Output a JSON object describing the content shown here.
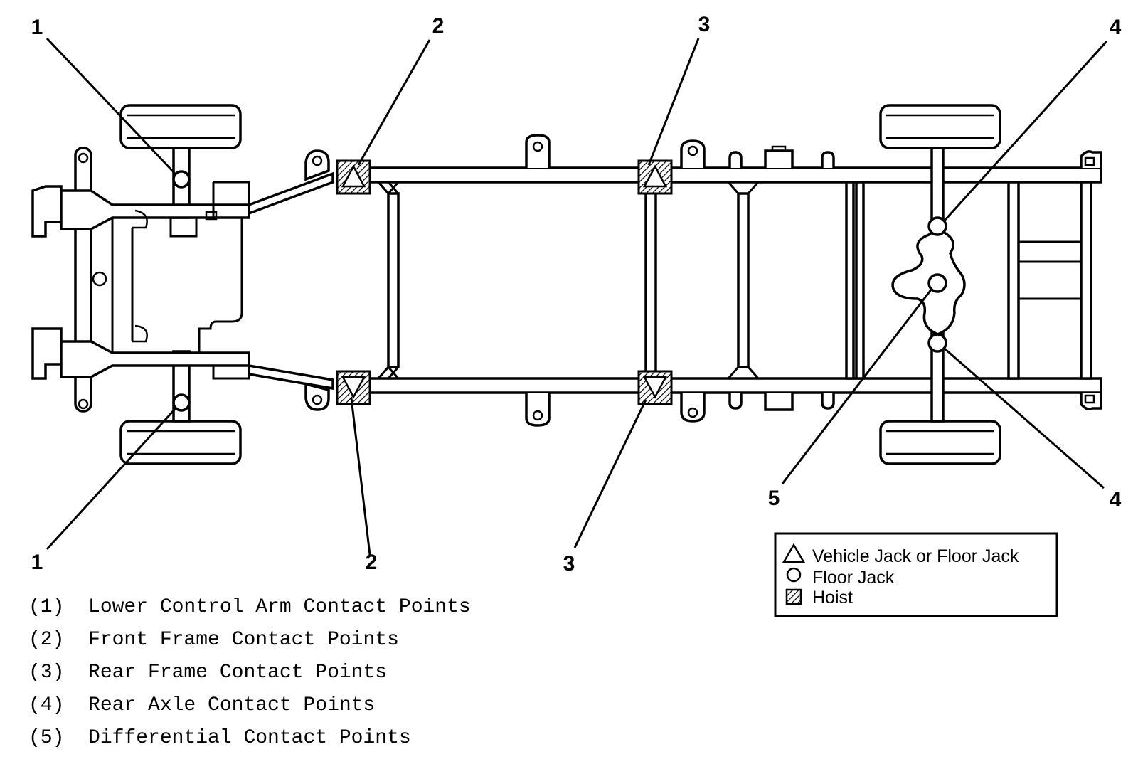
{
  "callouts": {
    "c1_top": "1",
    "c1_bottom": "1",
    "c2_top": "2",
    "c2_bottom": "2",
    "c3_top": "3",
    "c3_bottom": "3",
    "c4_top": "4",
    "c4_bottom": "4",
    "c5": "5"
  },
  "legend": {
    "triangle_label": "Vehicle Jack or Floor Jack",
    "circle_label": "Floor Jack",
    "hoist_label": "Hoist"
  },
  "captions": [
    "(1)  Lower Control Arm Contact Points",
    "(2)  Front Frame Contact Points",
    "(3)  Rear Frame Contact Points",
    "(4)  Rear Axle Contact Points",
    "(5)  Differential Contact Points"
  ]
}
